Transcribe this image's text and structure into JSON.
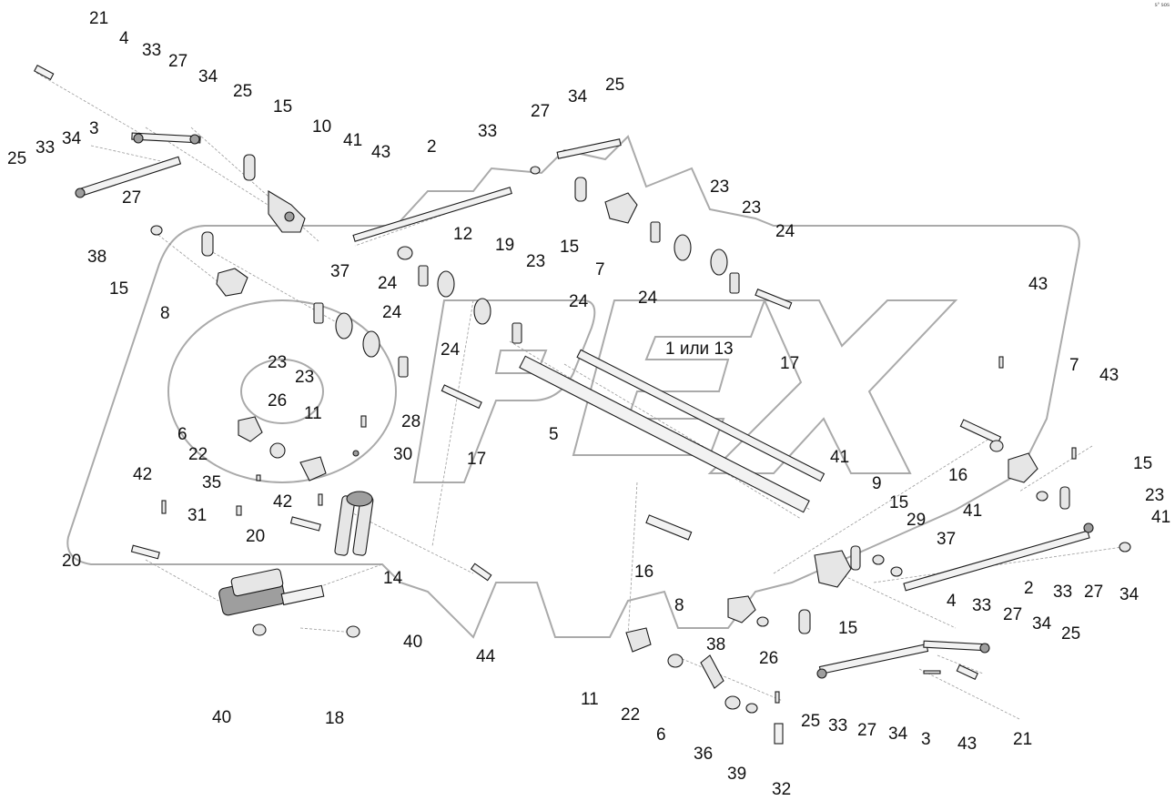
{
  "corner_mark": "s° sos",
  "labels": [
    {
      "id": "l01",
      "text": "21"
    },
    {
      "id": "l02",
      "text": "4"
    },
    {
      "id": "l03",
      "text": "33"
    },
    {
      "id": "l04",
      "text": "27"
    },
    {
      "id": "l05",
      "text": "34"
    },
    {
      "id": "l06",
      "text": "25"
    },
    {
      "id": "l07",
      "text": "3"
    },
    {
      "id": "l08",
      "text": "34"
    },
    {
      "id": "l09",
      "text": "33"
    },
    {
      "id": "l10",
      "text": "25"
    },
    {
      "id": "l11",
      "text": "27"
    },
    {
      "id": "l12",
      "text": "15"
    },
    {
      "id": "l13",
      "text": "10"
    },
    {
      "id": "l14",
      "text": "41"
    },
    {
      "id": "l15",
      "text": "43"
    },
    {
      "id": "l16",
      "text": "2"
    },
    {
      "id": "l17",
      "text": "33"
    },
    {
      "id": "l18",
      "text": "27"
    },
    {
      "id": "l19",
      "text": "34"
    },
    {
      "id": "l20",
      "text": "25"
    },
    {
      "id": "l21",
      "text": "38"
    },
    {
      "id": "l22",
      "text": "15"
    },
    {
      "id": "l23",
      "text": "8"
    },
    {
      "id": "l24",
      "text": "37"
    },
    {
      "id": "l25",
      "text": "12"
    },
    {
      "id": "l26",
      "text": "19"
    },
    {
      "id": "l27",
      "text": "15"
    },
    {
      "id": "l28",
      "text": "7"
    },
    {
      "id": "l29",
      "text": "23"
    },
    {
      "id": "l30",
      "text": "23"
    },
    {
      "id": "l31",
      "text": "24"
    },
    {
      "id": "l32",
      "text": "24"
    },
    {
      "id": "l33",
      "text": "23"
    },
    {
      "id": "l34",
      "text": "24"
    },
    {
      "id": "l35",
      "text": "24"
    },
    {
      "id": "l36",
      "text": "24"
    },
    {
      "id": "l37",
      "text": "23"
    },
    {
      "id": "l38",
      "text": "23"
    },
    {
      "id": "l39",
      "text": "24"
    },
    {
      "id": "l40",
      "text": "1 или 13"
    },
    {
      "id": "l41",
      "text": "17"
    },
    {
      "id": "l42",
      "text": "26"
    },
    {
      "id": "l43",
      "text": "6"
    },
    {
      "id": "l44",
      "text": "11"
    },
    {
      "id": "l45",
      "text": "28"
    },
    {
      "id": "l46",
      "text": "22"
    },
    {
      "id": "l47",
      "text": "30"
    },
    {
      "id": "l48",
      "text": "5"
    },
    {
      "id": "l49",
      "text": "17"
    },
    {
      "id": "l50",
      "text": "35"
    },
    {
      "id": "l51",
      "text": "42"
    },
    {
      "id": "l52",
      "text": "31"
    },
    {
      "id": "l53",
      "text": "42"
    },
    {
      "id": "l54",
      "text": "20"
    },
    {
      "id": "l55",
      "text": "20"
    },
    {
      "id": "l56",
      "text": "14"
    },
    {
      "id": "l57",
      "text": "43"
    },
    {
      "id": "l58",
      "text": "7"
    },
    {
      "id": "l59",
      "text": "43"
    },
    {
      "id": "l60",
      "text": "16"
    },
    {
      "id": "l61",
      "text": "41"
    },
    {
      "id": "l62",
      "text": "15"
    },
    {
      "id": "l63",
      "text": "9"
    },
    {
      "id": "l64",
      "text": "15"
    },
    {
      "id": "l65",
      "text": "29"
    },
    {
      "id": "l66",
      "text": "41"
    },
    {
      "id": "l67",
      "text": "23"
    },
    {
      "id": "l68",
      "text": "41"
    },
    {
      "id": "l69",
      "text": "37"
    },
    {
      "id": "l70",
      "text": "16"
    },
    {
      "id": "l71",
      "text": "2"
    },
    {
      "id": "l72",
      "text": "33"
    },
    {
      "id": "l73",
      "text": "27"
    },
    {
      "id": "l74",
      "text": "34"
    },
    {
      "id": "l75",
      "text": "8"
    },
    {
      "id": "l76",
      "text": "15"
    },
    {
      "id": "l77",
      "text": "4"
    },
    {
      "id": "l78",
      "text": "33"
    },
    {
      "id": "l79",
      "text": "27"
    },
    {
      "id": "l80",
      "text": "34"
    },
    {
      "id": "l81",
      "text": "25"
    },
    {
      "id": "l82",
      "text": "40"
    },
    {
      "id": "l83",
      "text": "44"
    },
    {
      "id": "l84",
      "text": "38"
    },
    {
      "id": "l85",
      "text": "26"
    },
    {
      "id": "l86",
      "text": "11"
    },
    {
      "id": "l87",
      "text": "22"
    },
    {
      "id": "l88",
      "text": "6"
    },
    {
      "id": "l89",
      "text": "36"
    },
    {
      "id": "l90",
      "text": "39"
    },
    {
      "id": "l91",
      "text": "32"
    },
    {
      "id": "l92",
      "text": "25"
    },
    {
      "id": "l93",
      "text": "33"
    },
    {
      "id": "l94",
      "text": "27"
    },
    {
      "id": "l95",
      "text": "34"
    },
    {
      "id": "l96",
      "text": "3"
    },
    {
      "id": "l97",
      "text": "43"
    },
    {
      "id": "l98",
      "text": "21"
    },
    {
      "id": "l99",
      "text": "40"
    },
    {
      "id": "l100",
      "text": "18"
    }
  ]
}
